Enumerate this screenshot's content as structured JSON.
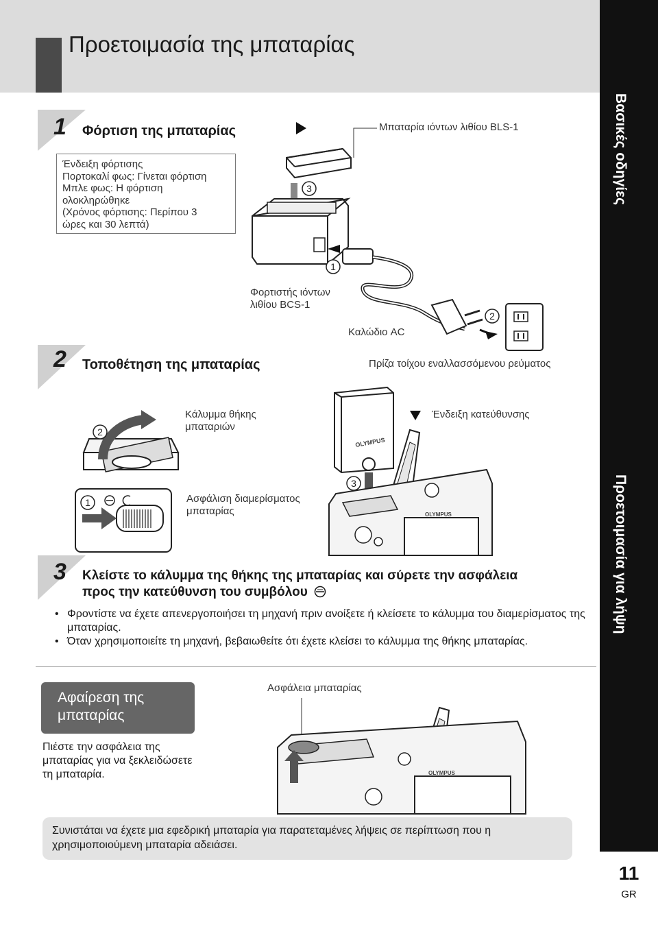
{
  "page": {
    "title": "Προετοιμασία της μπαταρίας",
    "page_number": "11",
    "language": "GR"
  },
  "sidebar": {
    "tab_basic": "Βασικές οδηγίες",
    "tab_prepare": "Προετοιμασία για λήψη"
  },
  "step1": {
    "number": "1",
    "title": "Φόρτιση της μπαταρίας",
    "info_lines": [
      "Ένδειξη φόρτισης",
      "Πορτοκαλί φως: Γίνεται φόρτιση",
      "Μπλε φως: Η φόρτιση",
      "ολοκληρώθηκε",
      "(Χρόνος φόρτισης: Περίπου 3",
      "ώρες και 30 λεπτά)"
    ],
    "battery_label": "Μπαταρία ιόντων λιθίου BLS-1",
    "charger_label_1": "Φορτιστής ιόντων",
    "charger_label_2": "λιθίου BCS-1",
    "cable_label": "Καλώδιο AC",
    "outlet_label": "Πρίζα τοίχου εναλλασσόμενου ρεύματος",
    "callout_1": "1",
    "callout_2": "2",
    "callout_3": "3"
  },
  "step2": {
    "number": "2",
    "title": "Τοποθέτηση της μπαταρίας",
    "cover_label_1": "Κάλυμμα θήκης",
    "cover_label_2": "μπαταριών",
    "direction_label": "Ένδειξη κατεύθυνσης",
    "lock_label_1": "Ασφάλιση διαμερίσματος",
    "lock_label_2": "μπαταρίας",
    "callout_1": "1",
    "callout_2": "2",
    "callout_3": "3"
  },
  "step3": {
    "number": "3",
    "title_line1": "Κλείστε το κάλυμμα της θήκης της μπαταρίας και σύρετε την ασφάλεια",
    "title_line2": "προς την κατεύθυνση του συμβόλου",
    "bullets": [
      "Φροντίστε να έχετε απενεργοποιήσει τη μηχανή πριν ανοίξετε ή κλείσετε το κάλυμμα του διαμερίσματος της μπαταρίας.",
      "Όταν χρησιμοποιείτε τη μηχανή, βεβαιωθείτε ότι έχετε κλείσει το κάλυμμα της θήκης μπαταρίας."
    ]
  },
  "removal": {
    "heading_line1": "Αφαίρεση της",
    "heading_line2": "μπαταρίας",
    "text": "Πιέστε την ασφάλεια της μπαταρίας για να ξεκλειδώσετε τη μπαταρία.",
    "latch_label": "Ασφάλεια μπαταρίας"
  },
  "tip": {
    "text": "Συνιστάται να έχετε μια εφεδρική μπαταρία για παρατεταμένες λήψεις σε περίπτωση που η χρησιμοποιούμενη μπαταρία αδειάσει."
  },
  "brand": {
    "logo_text": "OLYMPUS"
  },
  "colors": {
    "header_band": "#dcdcdc",
    "header_square": "#4a4a4a",
    "sidebar": "#111111",
    "removal_box": "#666666",
    "tip_box": "#e3e3e3"
  }
}
